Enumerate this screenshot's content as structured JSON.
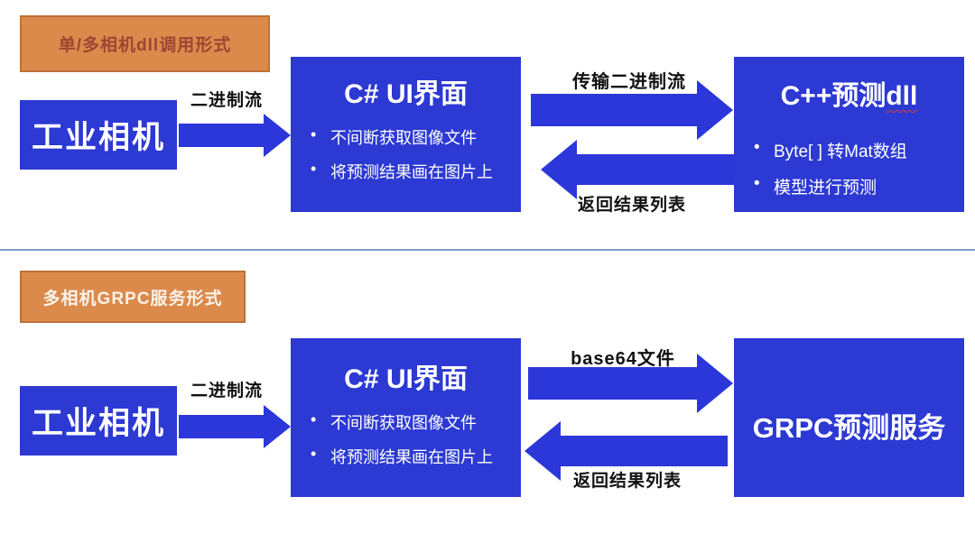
{
  "colors": {
    "box_blue": "#2C39D3",
    "arrow_blue": "#2B37D8",
    "tag_orange_fill": "#DB8A4C",
    "tag_orange_border": "#BE7137",
    "tag_text_top": "#9E4632",
    "tag_text_bottom": "#FBF3EA",
    "divider_blue": "#7E9CC9",
    "label_text": "#111111",
    "squiggle_red": "#E03C31"
  },
  "section_top": {
    "tag_label": "单/多相机dll调用形式",
    "camera_label": "工业相机",
    "camera_arrow_label": "二进制流",
    "ui_box": {
      "title": "C# UI界面",
      "bullets": [
        "不间断获取图像文件",
        "将预测结果画在图片上"
      ]
    },
    "forward_arrow_label": "传输二进制流",
    "return_arrow_label": "返回结果列表",
    "target_box": {
      "title_prefix": "C++预测",
      "title_underlined": "dll",
      "bullets": [
        "Byte[ ] 转Mat数组",
        "模型进行预测"
      ]
    }
  },
  "section_bottom": {
    "tag_label": "多相机GRPC服务形式",
    "camera_label": "工业相机",
    "camera_arrow_label": "二进制流",
    "ui_box": {
      "title": "C# UI界面",
      "bullets": [
        "不间断获取图像文件",
        "将预测结果画在图片上"
      ]
    },
    "forward_arrow_label": "base64文件",
    "return_arrow_label": "返回结果列表",
    "target_box": {
      "title": "GRPC预测服务"
    }
  }
}
